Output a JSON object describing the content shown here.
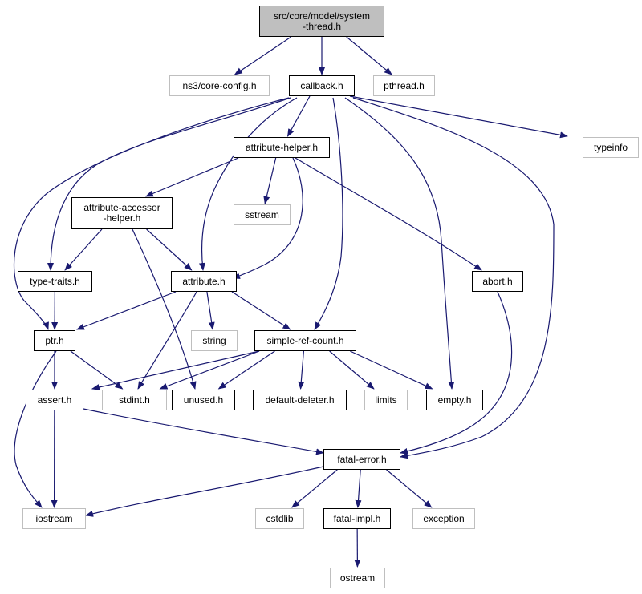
{
  "nodes": {
    "system_thread": {
      "label": "src/core/model/system\n-thread.h",
      "kind": "root"
    },
    "core_config": {
      "label": "ns3/core-config.h",
      "kind": "external"
    },
    "callback": {
      "label": "callback.h",
      "kind": "internal"
    },
    "pthread": {
      "label": "pthread.h",
      "kind": "external"
    },
    "typeinfo": {
      "label": "typeinfo",
      "kind": "external"
    },
    "attribute_helper": {
      "label": "attribute-helper.h",
      "kind": "internal"
    },
    "attribute_accessor_helper": {
      "label": "attribute-accessor\n-helper.h",
      "kind": "internal"
    },
    "sstream": {
      "label": "sstream",
      "kind": "external"
    },
    "type_traits": {
      "label": "type-traits.h",
      "kind": "internal"
    },
    "attribute": {
      "label": "attribute.h",
      "kind": "internal"
    },
    "abort": {
      "label": "abort.h",
      "kind": "internal"
    },
    "ptr": {
      "label": "ptr.h",
      "kind": "internal"
    },
    "string": {
      "label": "string",
      "kind": "external"
    },
    "simple_ref_count": {
      "label": "simple-ref-count.h",
      "kind": "internal"
    },
    "assert": {
      "label": "assert.h",
      "kind": "internal"
    },
    "stdint": {
      "label": "stdint.h",
      "kind": "external"
    },
    "unused": {
      "label": "unused.h",
      "kind": "internal"
    },
    "default_deleter": {
      "label": "default-deleter.h",
      "kind": "internal"
    },
    "limits": {
      "label": "limits",
      "kind": "external"
    },
    "empty": {
      "label": "empty.h",
      "kind": "internal"
    },
    "fatal_error": {
      "label": "fatal-error.h",
      "kind": "internal"
    },
    "iostream": {
      "label": "iostream",
      "kind": "external"
    },
    "cstdlib": {
      "label": "cstdlib",
      "kind": "external"
    },
    "fatal_impl": {
      "label": "fatal-impl.h",
      "kind": "internal"
    },
    "exception": {
      "label": "exception",
      "kind": "external"
    },
    "ostream": {
      "label": "ostream",
      "kind": "external"
    }
  },
  "edges": [
    [
      "system_thread",
      "core_config"
    ],
    [
      "system_thread",
      "callback"
    ],
    [
      "system_thread",
      "pthread"
    ],
    [
      "callback",
      "attribute_helper"
    ],
    [
      "callback",
      "typeinfo"
    ],
    [
      "callback",
      "type_traits"
    ],
    [
      "callback",
      "ptr"
    ],
    [
      "callback",
      "attribute"
    ],
    [
      "callback",
      "simple_ref_count"
    ],
    [
      "callback",
      "empty"
    ],
    [
      "callback",
      "fatal_error"
    ],
    [
      "attribute_helper",
      "attribute_accessor_helper"
    ],
    [
      "attribute_helper",
      "sstream"
    ],
    [
      "attribute_helper",
      "attribute"
    ],
    [
      "attribute_helper",
      "abort"
    ],
    [
      "attribute_accessor_helper",
      "type_traits"
    ],
    [
      "attribute_accessor_helper",
      "attribute"
    ],
    [
      "attribute_accessor_helper",
      "unused"
    ],
    [
      "type_traits",
      "ptr"
    ],
    [
      "attribute",
      "ptr"
    ],
    [
      "attribute",
      "string"
    ],
    [
      "attribute",
      "simple_ref_count"
    ],
    [
      "attribute",
      "stdint"
    ],
    [
      "abort",
      "fatal_error"
    ],
    [
      "ptr",
      "assert"
    ],
    [
      "ptr",
      "stdint"
    ],
    [
      "ptr",
      "iostream"
    ],
    [
      "simple_ref_count",
      "assert"
    ],
    [
      "simple_ref_count",
      "stdint"
    ],
    [
      "simple_ref_count",
      "unused"
    ],
    [
      "simple_ref_count",
      "default_deleter"
    ],
    [
      "simple_ref_count",
      "limits"
    ],
    [
      "simple_ref_count",
      "empty"
    ],
    [
      "assert",
      "iostream"
    ],
    [
      "assert",
      "fatal_error"
    ],
    [
      "fatal_error",
      "iostream"
    ],
    [
      "fatal_error",
      "cstdlib"
    ],
    [
      "fatal_error",
      "fatal_impl"
    ],
    [
      "fatal_error",
      "exception"
    ],
    [
      "fatal_impl",
      "ostream"
    ]
  ],
  "colors": {
    "edge": "#191970",
    "node_border": "#000000",
    "external_border": "#bfbfbf",
    "root_fill": "#bfbfbf"
  }
}
